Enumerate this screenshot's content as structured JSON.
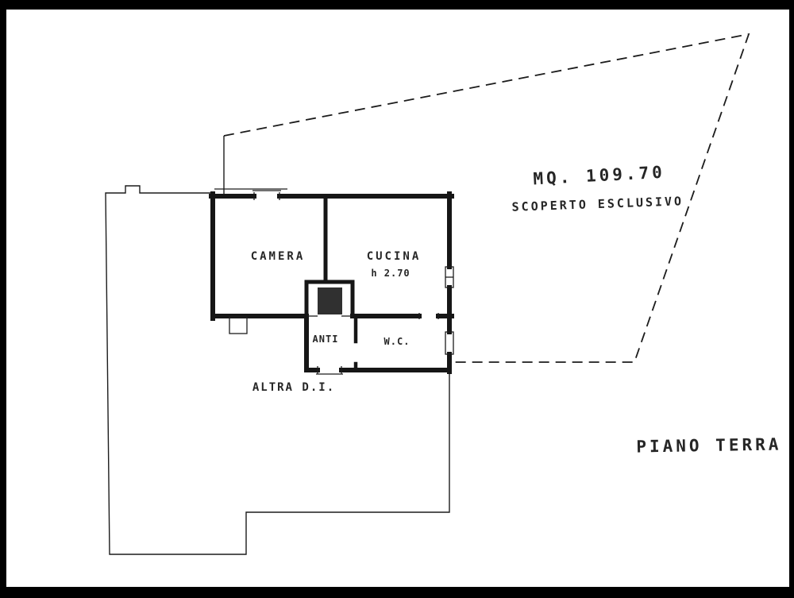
{
  "plan": {
    "title": "PIANO TERRA",
    "area_value": "MQ. 109.70",
    "area_type": "SCOPERTO ESCLUSIVO",
    "rooms": {
      "camera": "CAMERA",
      "cucina": "CUCINA",
      "cucina_height": "h 2.70",
      "anti": "ANTI",
      "wc": "W.C."
    },
    "note": "ALTRA D.I.",
    "ink_color": "#1c1c1c",
    "paper_color": "#ffffff"
  }
}
